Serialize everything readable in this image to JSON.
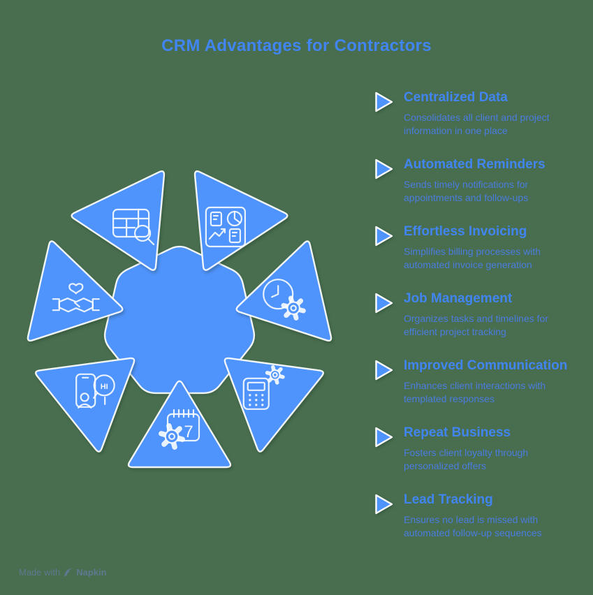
{
  "title": "CRM Advantages for Contractors",
  "items": [
    {
      "title": "Centralized Data",
      "description": "Consolidates all client and project information in one place"
    },
    {
      "title": "Automated Reminders",
      "description": "Sends timely notifications for appointments and follow-ups"
    },
    {
      "title": "Effortless Invoicing",
      "description": "Simplifies billing processes with automated invoice generation"
    },
    {
      "title": "Job Management",
      "description": "Organizes tasks and timelines for efficient project tracking"
    },
    {
      "title": "Improved Communication",
      "description": "Enhances client interactions with templated responses"
    },
    {
      "title": "Repeat Business",
      "description": "Fosters client loyalty through personalized offers"
    },
    {
      "title": "Lead Tracking",
      "description": "Ensures no lead is missed with automated follow-up sequences"
    }
  ],
  "diagram": {
    "center_shape": "rounded-heptagon",
    "petals": [
      {
        "icon": "table-search-icon"
      },
      {
        "icon": "dashboard-report-icon"
      },
      {
        "icon": "clock-gear-icon"
      },
      {
        "icon": "calculator-gear-icon"
      },
      {
        "icon": "calendar-gear-icon"
      },
      {
        "icon": "phone-chat-icon"
      },
      {
        "icon": "handshake-heart-icon"
      }
    ],
    "phone_bubble_text": "HI",
    "calendar_day": "7"
  },
  "icons": {
    "list_marker": "play-arrow-icon",
    "watermark_icon": "pen-nib-icon"
  },
  "watermark": {
    "prefix": "Made with",
    "brand": "Napkin"
  },
  "colors": {
    "background": "#496E4F",
    "shape_blue": "#4F93FC",
    "title_blue": "#4185F2",
    "heading_blue": "#4185F2",
    "description_blue": "#4A7CE0",
    "icon_stroke": "#FFFFFF",
    "watermark_gray": "#5E7B95"
  }
}
